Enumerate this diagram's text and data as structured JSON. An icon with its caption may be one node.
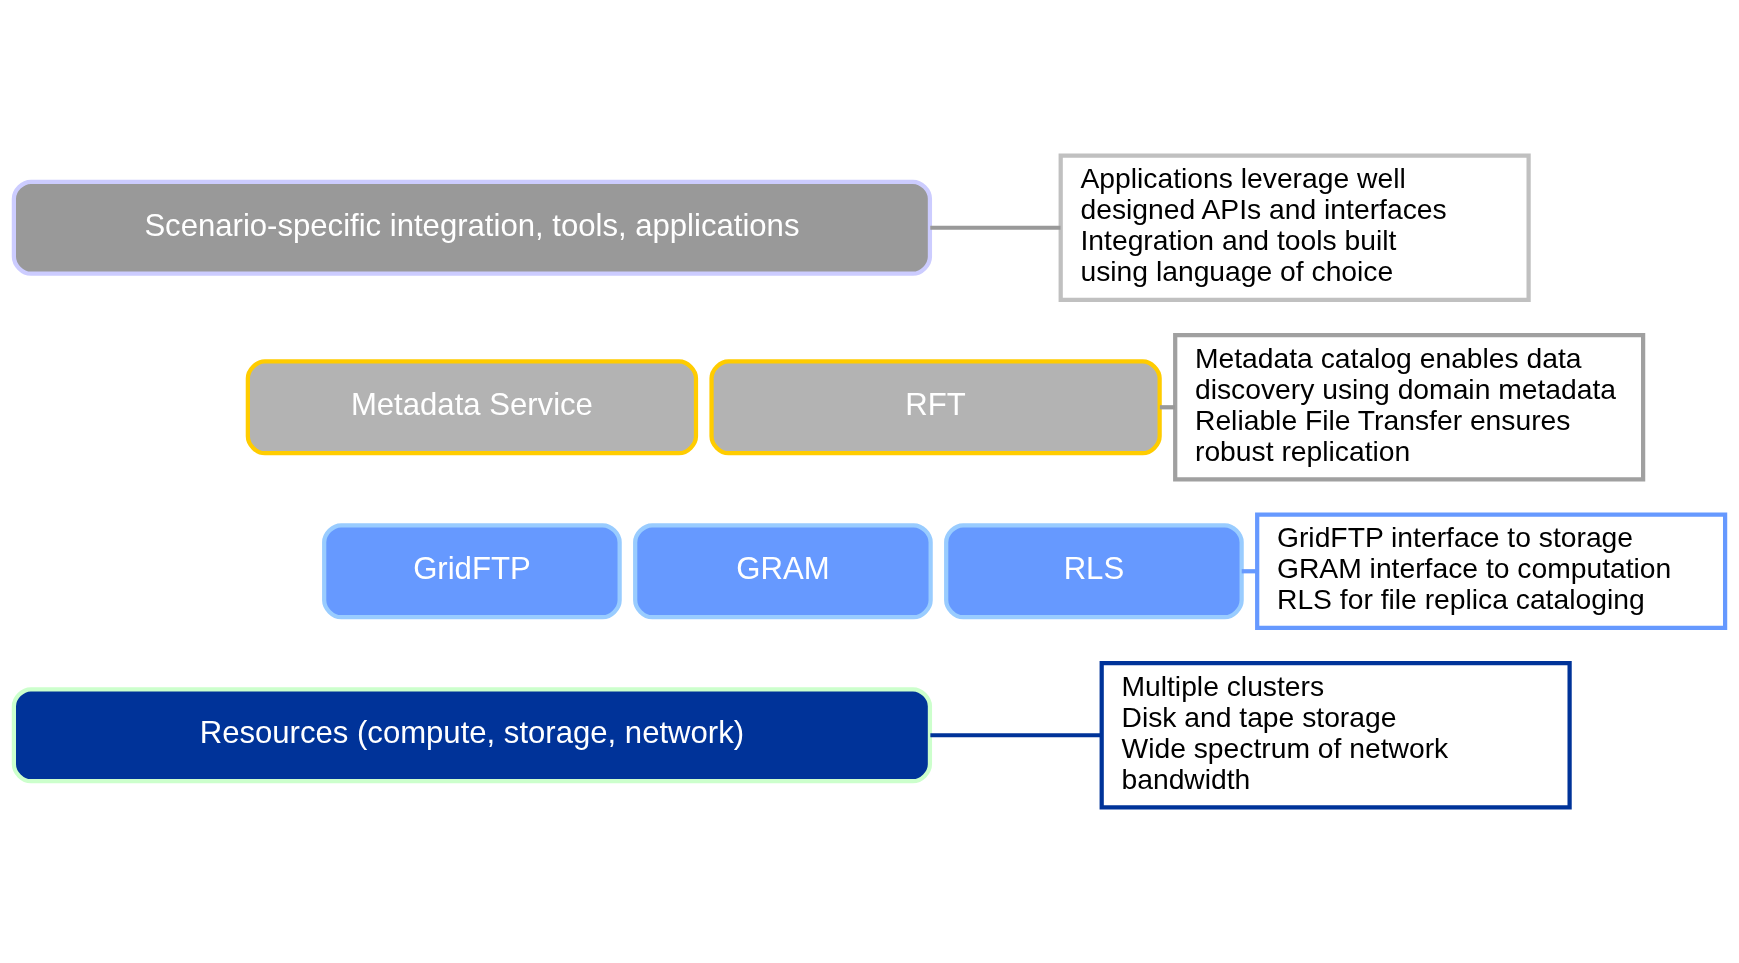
{
  "diagram": {
    "nodes": [
      {
        "text": [
          "Scenario-specific integration, tools, applications"
        ]
      },
      {
        "text": [
          "Metadata Service"
        ]
      },
      {
        "text": [
          "RFT"
        ]
      },
      {
        "text": [
          "GridFTP"
        ]
      },
      {
        "text": [
          "GRAM"
        ]
      },
      {
        "text": [
          "RLS"
        ]
      },
      {
        "text": [
          "Resources (compute, storage, network)"
        ]
      },
      {
        "text": [
          "Applications leverage well designed APIs and interfaces",
          "Integration and tools built using language of choice"
        ]
      },
      {
        "text": [
          "Metadata catalog enables data discovery using domain metadata",
          "Reliable File Transfer ensures robust replication"
        ]
      },
      {
        "text": [
          "GridFTP interface to storage",
          "GRAM interface to computation",
          "RLS for file replica cataloging"
        ]
      },
      {
        "text": [
          "Multiple clusters",
          "Disk and tape storage",
          "Wide spectrum of network bandwidth"
        ]
      }
    ],
    "edges": [
      {
        "from": 0,
        "to": 7,
        "arrow": "none"
      },
      {
        "from": 2,
        "to": 8,
        "arrow": "none"
      },
      {
        "from": 5,
        "to": 9,
        "arrow": "none",
        "color": "#6699ff"
      },
      {
        "from": 6,
        "to": 10,
        "arrow": "none",
        "color": "#003399"
      }
    ]
  }
}
